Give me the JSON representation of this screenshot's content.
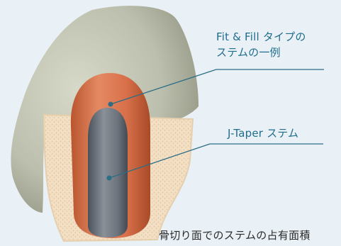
{
  "labels": {
    "fit_fill_line1": "Fit & Fill タイプの",
    "fit_fill_line2": "ステムの一例",
    "j_taper": "J-Taper ステム"
  },
  "caption": "骨切り面でのステムの占有面積",
  "colors": {
    "background": "#e9f1f6",
    "bone_outer": "#bdbfae",
    "cancellous": "#f0dcc0",
    "fit_fill_stem": "#d8734e",
    "j_taper_stem": "#6e747d",
    "callout_text": "#1f6d8c",
    "leader_line": "#2b6e85"
  }
}
